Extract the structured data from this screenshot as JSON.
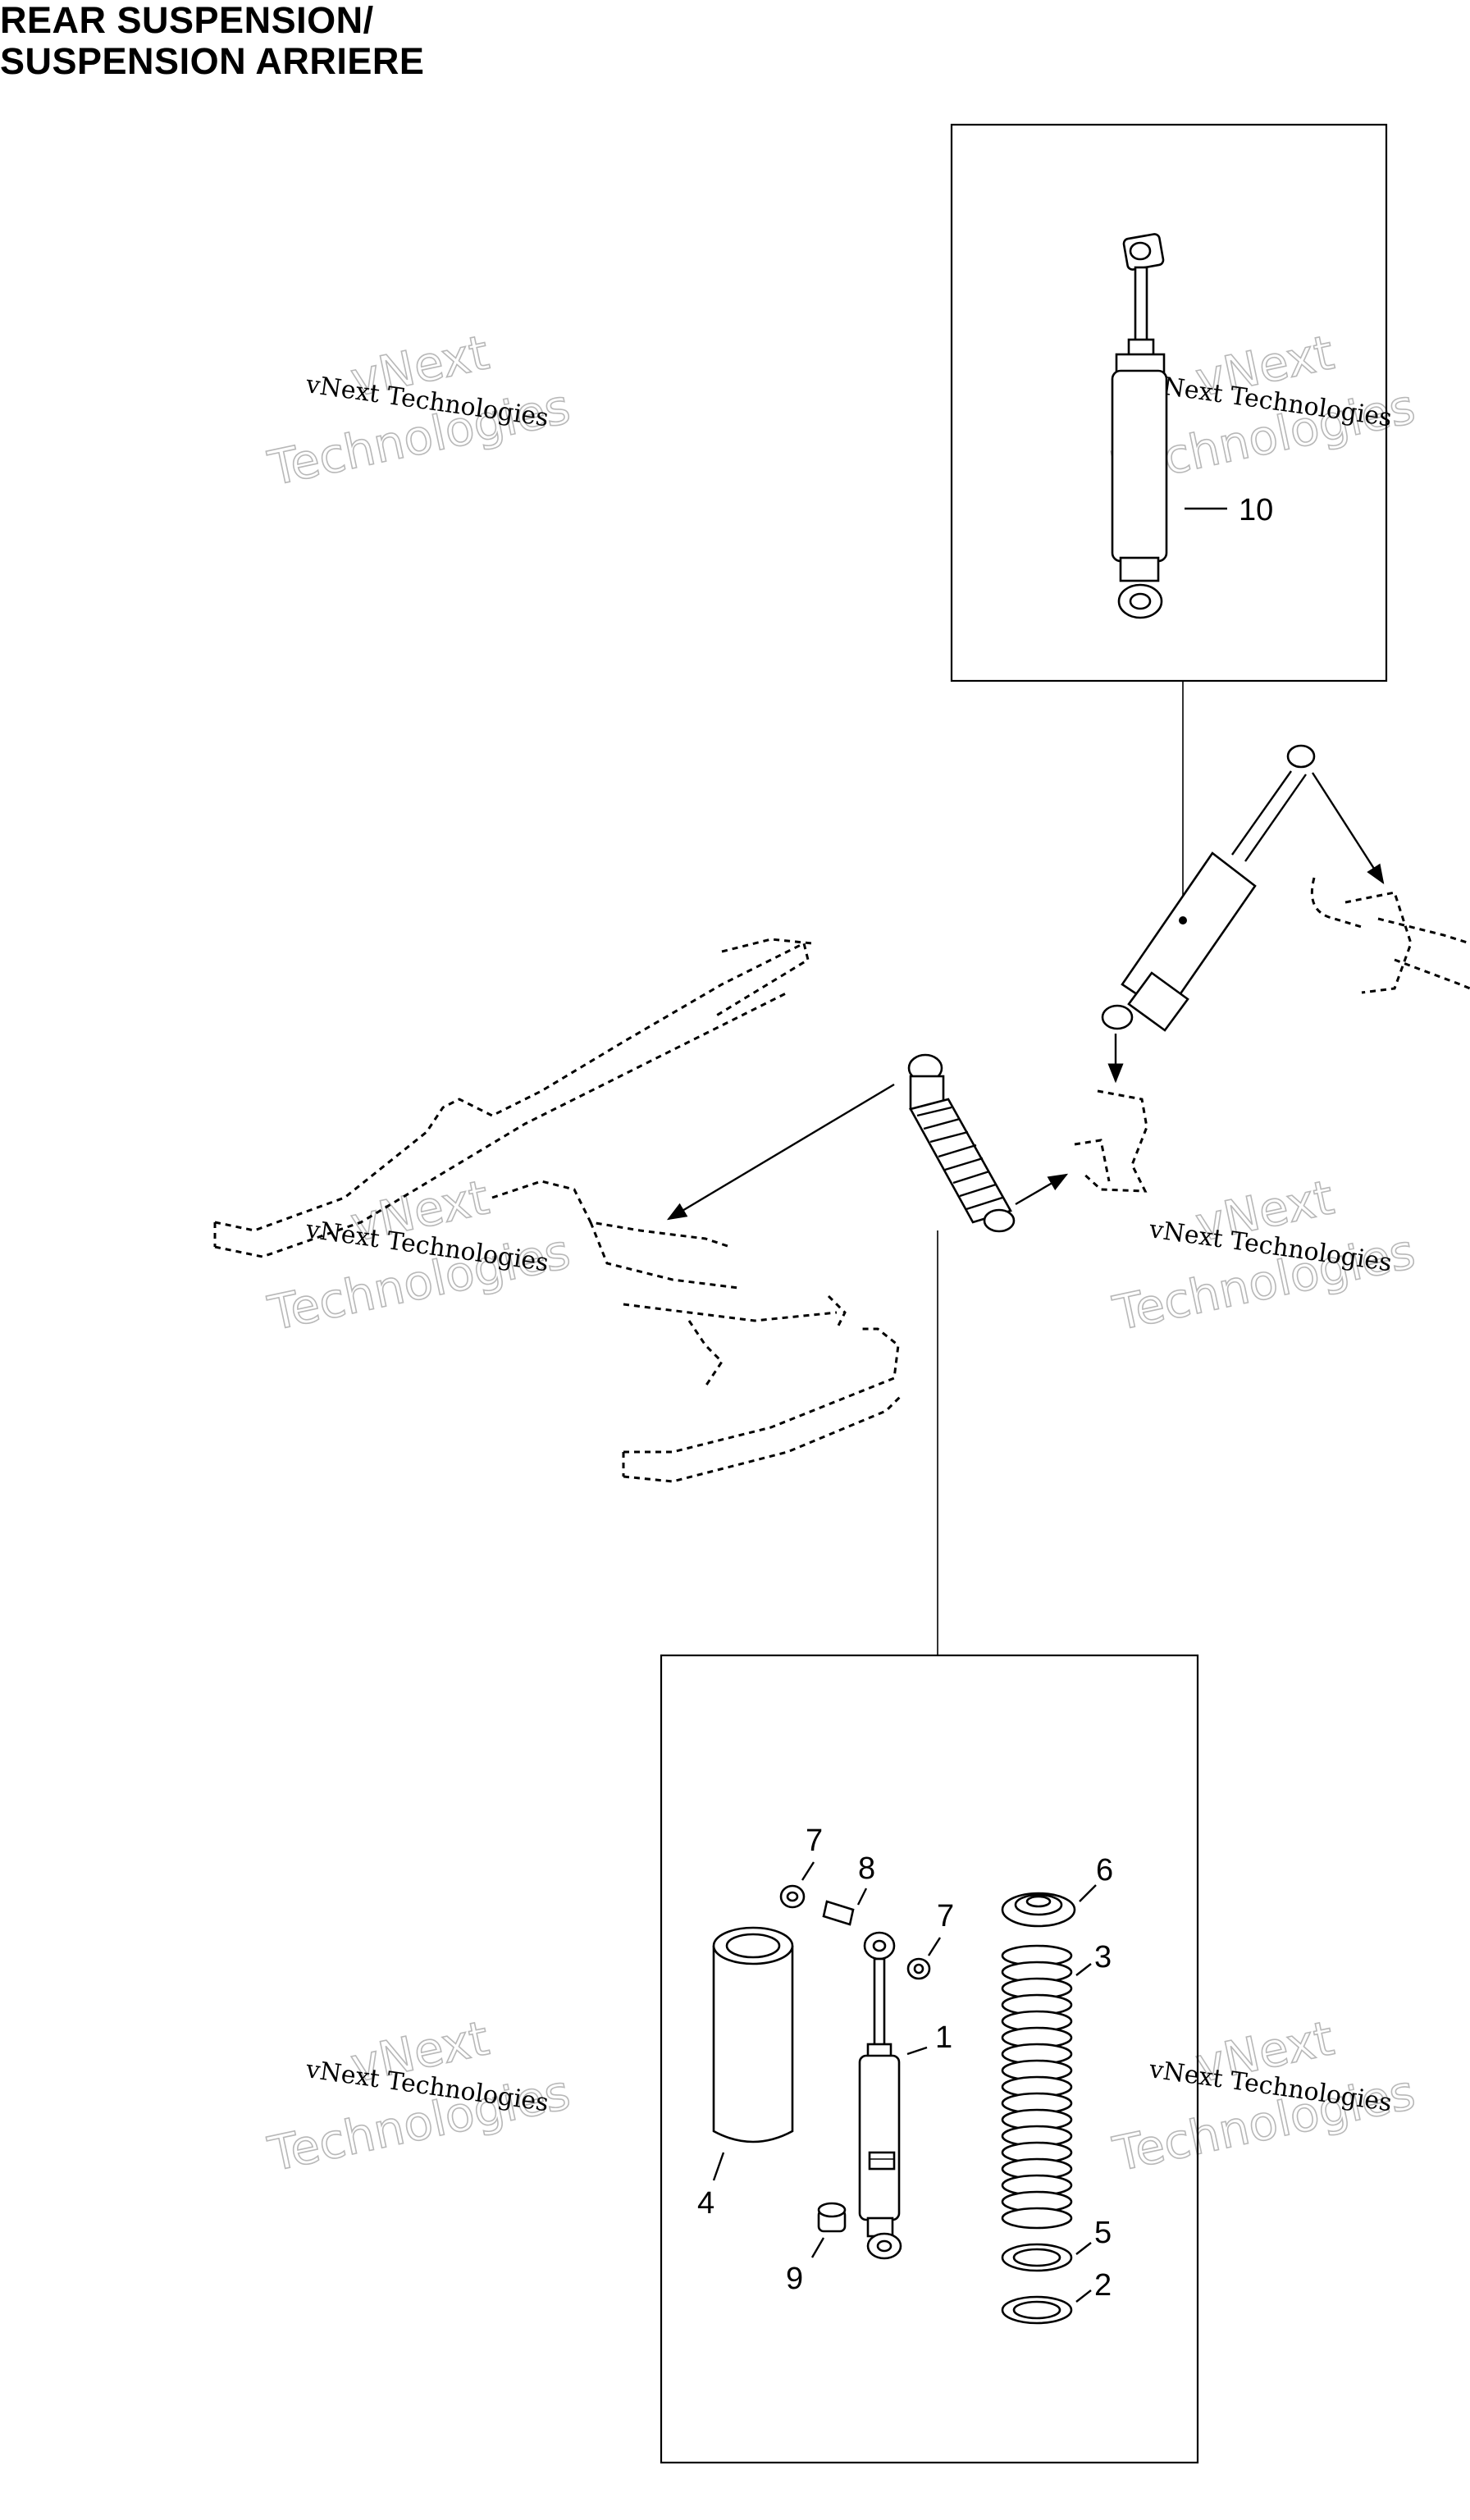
{
  "title": {
    "line1": "REAR SUSPENSION/",
    "line2": "SUSPENSION ARRIERE"
  },
  "watermark": {
    "line1": "vNext Technologies",
    "line2": "vNext",
    "line3": "Technologies"
  },
  "callouts": {
    "p1": "1",
    "p2": "2",
    "p3": "3",
    "p4": "4",
    "p5": "5",
    "p6": "6",
    "p7a": "7",
    "p7b": "7",
    "p8": "8",
    "p9": "9",
    "p10": "10"
  }
}
